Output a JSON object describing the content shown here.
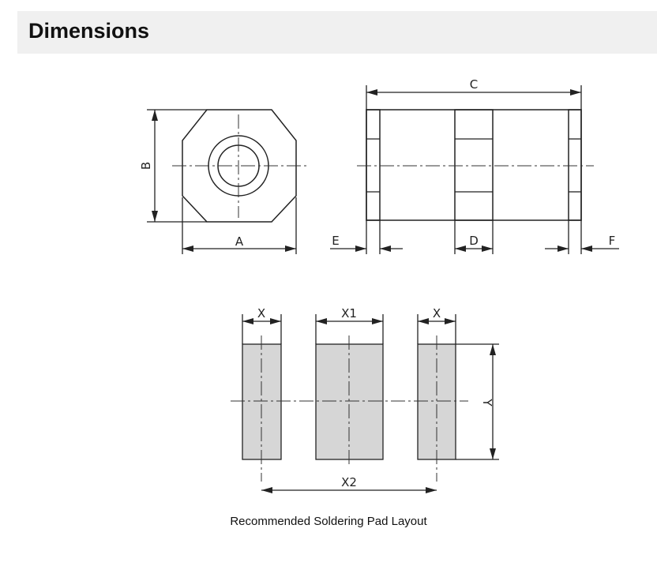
{
  "header": {
    "title": "Dimensions"
  },
  "labels": {
    "A": "A",
    "B": "B",
    "C": "C",
    "D": "D",
    "E": "E",
    "F": "F",
    "X_left": "X",
    "X1": "X1",
    "X_right": "X",
    "X2": "X2",
    "Y": "Y"
  },
  "caption": "Recommended Soldering Pad Layout",
  "colors": {
    "header_bg": "#f0f0f0",
    "pad_fill": "#d6d6d6",
    "line": "#222222"
  }
}
